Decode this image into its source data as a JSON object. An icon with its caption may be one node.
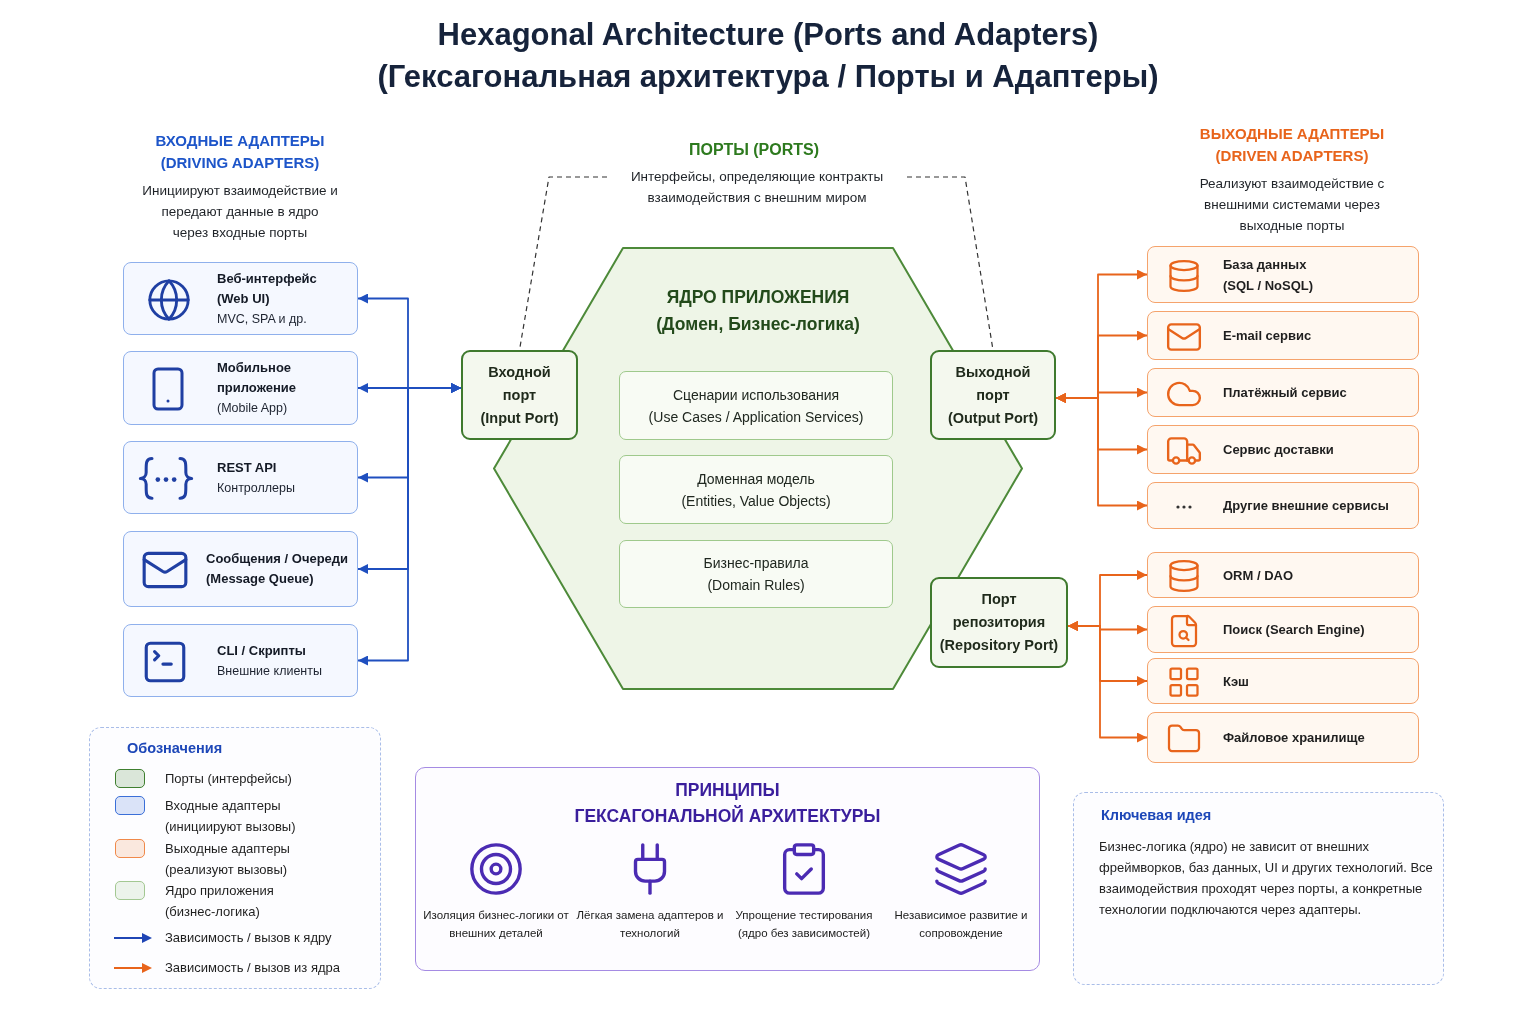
{
  "diagram": {
    "title": "Hexagonal Architecture (Ports and Adapters) (Гексагональная архитектура / Порты и Адаптеры)",
    "nodes": [
      {
        "text": [
          "Веб-интерфейс (Web UI)",
          "MVC, SPA и др."
        ]
      },
      {
        "text": [
          "Мобильное приложение",
          "(Mobile App)"
        ]
      },
      {
        "text": [
          "REST API",
          "Контроллеры"
        ]
      },
      {
        "text": [
          "Сообщения / Очереди (Message Queue)"
        ]
      },
      {
        "text": [
          "CLI / Скрипты",
          "Внешние клиенты"
        ]
      },
      {
        "text": [
          "Интерфейсы, определяющие контракты взаимодействия с внешним миром"
        ]
      },
      {
        "text": [
          "Входной порт",
          "(Input Port)"
        ]
      },
      {
        "text": [
          "ЯДРО ПРИЛОЖЕНИЯ",
          "(Домен, Бизнес-логика)"
        ]
      },
      {
        "text": [
          "Сценарии использования",
          "(Use Cases / Application Services)"
        ],
        "in": 7
      },
      {
        "text": [
          "Доменная модель",
          "(Entities, Value Objects)"
        ],
        "in": 7
      },
      {
        "text": [
          "Бизнес-правила",
          "(Domain Rules)"
        ],
        "in": 7
      },
      {
        "text": [
          "Выходной порт",
          "(Output Port)"
        ]
      },
      {
        "text": [
          "Порт репозитория",
          "(Repository Port)"
        ]
      },
      {
        "text": [
          "База данных (SQL / NoSQL)"
        ]
      },
      {
        "text": [
          "E-mail сервис"
        ]
      },
      {
        "text": [
          "Платёжный сервис"
        ]
      },
      {
        "text": [
          "Сервис доставки"
        ]
      },
      {
        "text": [
          "Другие внешние сервисы"
        ]
      },
      {
        "text": [
          "ORM / DAO"
        ]
      },
      {
        "text": [
          "Поиск (Search Engine)"
        ]
      },
      {
        "text": [
          "Кэш"
        ]
      },
      {
        "text": [
          "Файловое хранилище"
        ]
      },
      {
        "text": [
          "ПРИНЦИПЫ ГЕКСАГОНАЛЬНОЙ АРХИТЕКТУРЫ",
          "Изоляция бизнес-логики от внешних деталей",
          "Лёгкая замена адаптеров и технологий",
          "Упрощение тестирования (ядро без зависимостей)",
          "Независимое развитие и сопровождение"
        ]
      },
      {
        "text": [
          "Ключевая идея",
          "Бизнес-логика (ядро) не зависит от внешних фреймворков, баз данных, UI и других технологий. Все взаимодействия проходят через порты, а конкретные технологии подключаются через адаптеры."
        ]
      }
    ],
    "edges": [
      {
        "from": 0,
        "to": 6,
        "arrow": "both",
        "color": "#1f4fbf"
      },
      {
        "from": 1,
        "to": 6,
        "arrow": "both",
        "color": "#1f4fbf"
      },
      {
        "from": 2,
        "to": 6,
        "arrow": "both",
        "color": "#1f4fbf"
      },
      {
        "from": 3,
        "to": 6,
        "arrow": "both",
        "color": "#1f4fbf"
      },
      {
        "from": 4,
        "to": 6,
        "arrow": "both",
        "color": "#1f4fbf"
      },
      {
        "from": 5,
        "to": 6,
        "arrow": "none",
        "style": "dashed",
        "color": "#333333"
      },
      {
        "from": 5,
        "to": 11,
        "arrow": "none",
        "style": "dashed",
        "color": "#333333"
      },
      {
        "from": 11,
        "to": 13,
        "arrow": "both"
      },
      {
        "from": 11,
        "to": 14,
        "arrow": "both"
      },
      {
        "from": 11,
        "to": 15,
        "arrow": "both"
      },
      {
        "from": 11,
        "to": 16,
        "arrow": "both"
      },
      {
        "from": 11,
        "to": 17,
        "arrow": "both"
      },
      {
        "from": 12,
        "to": 18,
        "arrow": "both"
      },
      {
        "from": 12,
        "to": 19,
        "arrow": "both"
      },
      {
        "from": 12,
        "to": 20,
        "arrow": "both"
      },
      {
        "from": 12,
        "to": 21,
        "arrow": "both"
      }
    ],
    "labels": [
      "ВХОДНЫЕ АДАПТЕРЫ (DRIVING ADAPTERS)",
      "Инициируют взаимодействие и передают данные в ядро через входные порты",
      "ПОРТЫ (PORTS)",
      "ВЫХОДНЫЕ АДАПТЕРЫ (DRIVEN ADAPTERS)",
      "Реализуют взаимодействие с внешними системами через выходные порты",
      "Обозначения"
    ],
    "legend": [
      {
        "text": "Порты (интерфейсы)",
        "color": "#3f7f2f"
      },
      {
        "text": "Входные адаптеры (инициируют вызовы)",
        "color": "#3b6fd8"
      },
      {
        "text": "Выходные адаптеры (реализуют вызовы)",
        "color": "#f0894a"
      },
      {
        "text": "Ядро приложения (бизнес-логика)",
        "color": "#a3c892"
      },
      {
        "text": "Зависимость / вызов к ядру"
      },
      {
        "text": "Зависимость / вызов из ядра"
      }
    ]
  }
}
